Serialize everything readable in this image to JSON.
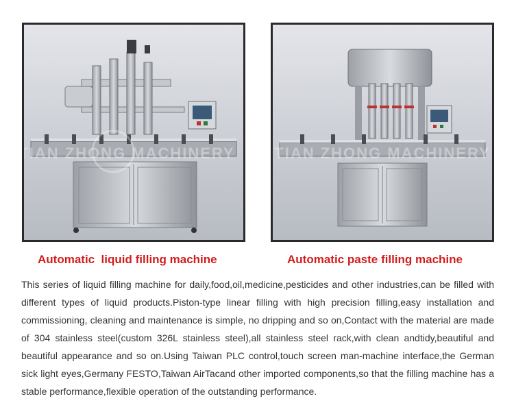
{
  "products": [
    {
      "caption": "Automatic  liquid filling machine",
      "watermark": "TIAN ZHONG MACHINERY"
    },
    {
      "caption": "Automatic paste filling machine",
      "watermark": "TIAN ZHONG MACHINERY"
    }
  ],
  "description": "This series of liquid filling machine for daily,food,oil,medicine,pesticides and other industries,can be filled with different types of liquid products.Piston-type linear filling with high precision filling,easy installation and commissioning, cleaning and maintenance is simple, no dripping and so on,Contact with the material are made of 304 stainless steel(custom 326L stainless steel),all stainless steel rack,with clean andtidy,beautiful and beautiful appearance and so on.Using Taiwan PLC control,touch screen man-machine interface,the German sick light eyes,Germany FESTO,Taiwan AirTacand other imported components,so that the filling machine has a stable performance,flexible operation of the outstanding performance.",
  "colors": {
    "caption": "#d21c1c",
    "photo_border": "#2a2a2a",
    "photo_background": "#c9ccd2",
    "steel": "#b9bcc1"
  }
}
